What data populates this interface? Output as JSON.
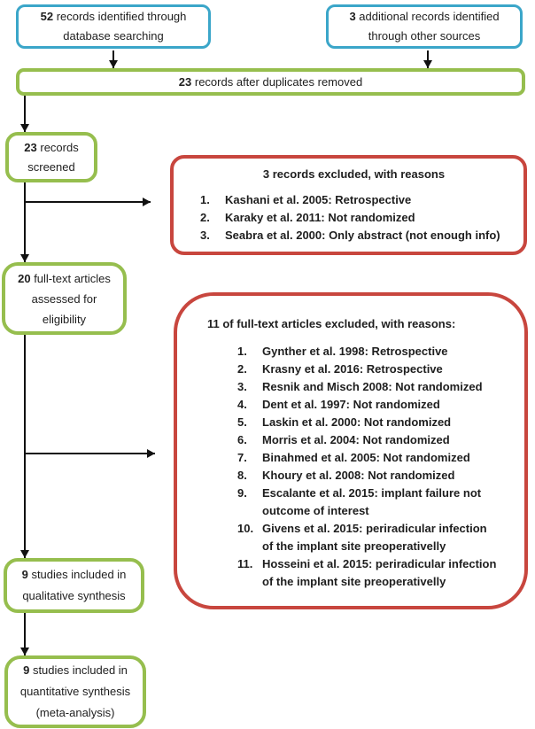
{
  "colors": {
    "blue": "#3BA6C9",
    "green": "#96BE4E",
    "red": "#C8463E",
    "text": "#1E1E1E",
    "arrow": "#111111"
  },
  "boxes": {
    "database": {
      "bold": "52",
      "text": " records identified through database searching"
    },
    "other_sources": {
      "bold": "3",
      "text": " additional records identified through other sources"
    },
    "duplicates": {
      "bold": "23",
      "text": " records after duplicates removed"
    },
    "screened": {
      "bold": "23",
      "text": " records screened"
    },
    "fulltext": {
      "bold": "20",
      "text": " full-text articles assessed for eligibility"
    },
    "qualitative": {
      "bold": "9",
      "text": " studies included in qualitative synthesis"
    },
    "quantitative": {
      "bold": "9",
      "text": " studies included in quantitative synthesis (meta-analysis)"
    },
    "excluded_screening": {
      "title": "3 records excluded, with reasons",
      "items": [
        {
          "n": "1.",
          "text": "Kashani et al. 2005: Retrospective"
        },
        {
          "n": "2.",
          "text": "Karaky et al. 2011: Not randomized"
        },
        {
          "n": "3.",
          "text": "Seabra et al. 2000: Only abstract (not enough info)"
        }
      ]
    },
    "excluded_fulltext": {
      "title": "11 of full-text articles excluded, with reasons:",
      "items": [
        {
          "n": "1.",
          "text": "Gynther et al. 1998: Retrospective"
        },
        {
          "n": "2.",
          "text": "Krasny et al. 2016: Retrospective"
        },
        {
          "n": "3.",
          "text": "Resnik and Misch 2008: Not randomized"
        },
        {
          "n": "4.",
          "text": "Dent et al. 1997: Not randomized"
        },
        {
          "n": "5.",
          "text": "Laskin et al. 2000: Not randomized"
        },
        {
          "n": "6.",
          "text": "Morris et al. 2004: Not randomized"
        },
        {
          "n": "7.",
          "text": "Binahmed et al. 2005: Not randomized"
        },
        {
          "n": "8.",
          "text": "Khoury et al. 2008: Not randomized"
        },
        {
          "n": "9.",
          "text": "Escalante et al. 2015: implant failure not outcome of interest"
        },
        {
          "n": "10.",
          "text": "Givens et al. 2015: periradicular infection of the implant site preoperativelly"
        },
        {
          "n": "11.",
          "text": "Hosseini et al. 2015: periradicular infection of the implant site preoperativelly"
        }
      ]
    }
  }
}
